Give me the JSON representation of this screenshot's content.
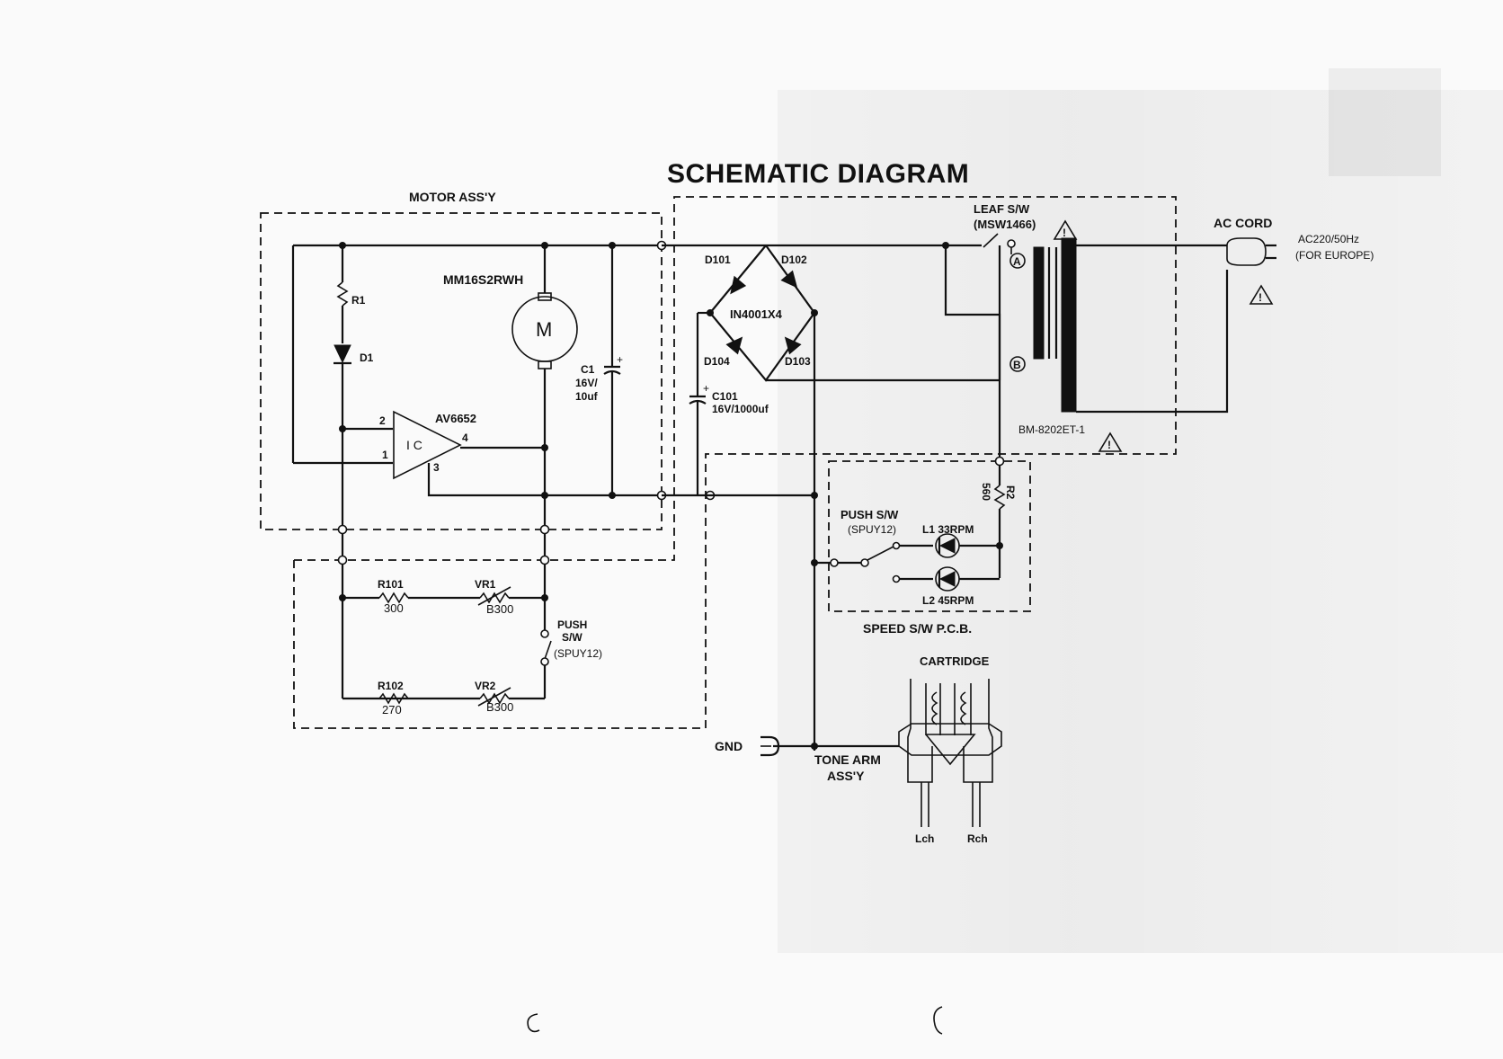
{
  "title": "SCHEMATIC DIAGRAM",
  "blocks": {
    "motor": "MOTOR ASS'Y",
    "speed_pcb": "SPEED S/W P.C.B.",
    "tone_arm": "TONE ARM",
    "tone_arm_2": "ASS'Y",
    "cartridge": "CARTRIDGE",
    "ac_cord": "AC CORD"
  },
  "components": {
    "motor_model": "MM16S2RWH",
    "motor_symbol": "M",
    "r1": "R1",
    "d1": "D1",
    "ic_name": "AV6652",
    "ic_symbol": "I C",
    "ic_pin1": "1",
    "ic_pin2": "2",
    "ic_pin3": "3",
    "ic_pin4": "4",
    "c1": "C1",
    "c1_rating": "16V/",
    "c1_value": "10uf",
    "d101": "D101",
    "d102": "D102",
    "d103": "D103",
    "d104": "D104",
    "bridge": "IN4001X4",
    "c101": "C101",
    "c101_value": "16V/1000uf",
    "leaf_sw": "LEAF S/W",
    "leaf_sw_part": "(MSW1466)",
    "terminal_a": "A",
    "terminal_b": "B",
    "transformer": "BM-8202ET-1",
    "ac_spec": "AC220/50Hz",
    "ac_region": "(FOR EUROPE)",
    "r2": "R2",
    "r2_value": "560",
    "push_sw": "PUSH S/W",
    "push_sw_part": "(SPUY12)",
    "l1": "L1 33RPM",
    "l2": "L2 45RPM",
    "r101": "R101",
    "r101_value": "300",
    "vr1": "VR1",
    "vr1_value": "B300",
    "push_sw2_a": "PUSH",
    "push_sw2_b": "S/W",
    "push_sw2_part": "(SPUY12)",
    "r102": "R102",
    "r102_value": "270",
    "vr2": "VR2",
    "vr2_value": "B300",
    "gnd": "GND",
    "lch": "Lch",
    "rch": "Rch"
  },
  "warning_symbol": "!",
  "colors": {
    "ink": "#111111",
    "paper": "#fafafa"
  }
}
